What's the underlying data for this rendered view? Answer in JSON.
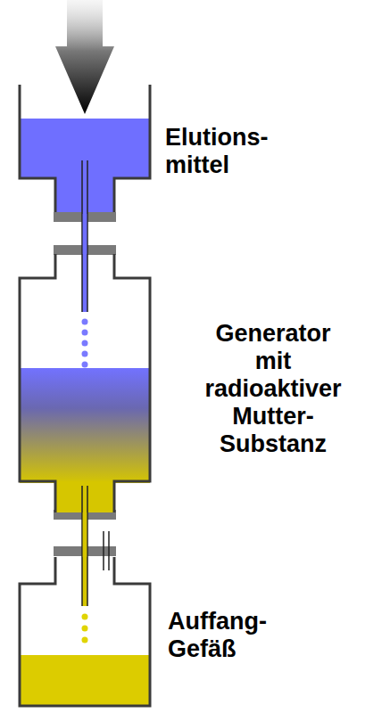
{
  "diagram": {
    "nodes": [
      {
        "text": [
          "Elutions- mittel"
        ]
      },
      {
        "text": [
          "Generator mit radioaktiver Mutter- Substanz"
        ]
      },
      {
        "text": [
          "Auffang- Gefäß"
        ]
      }
    ],
    "edges": [
      {
        "from": 0,
        "to": 1,
        "arrow": "none"
      },
      {
        "from": 1,
        "to": 2,
        "arrow": "none"
      }
    ]
  }
}
